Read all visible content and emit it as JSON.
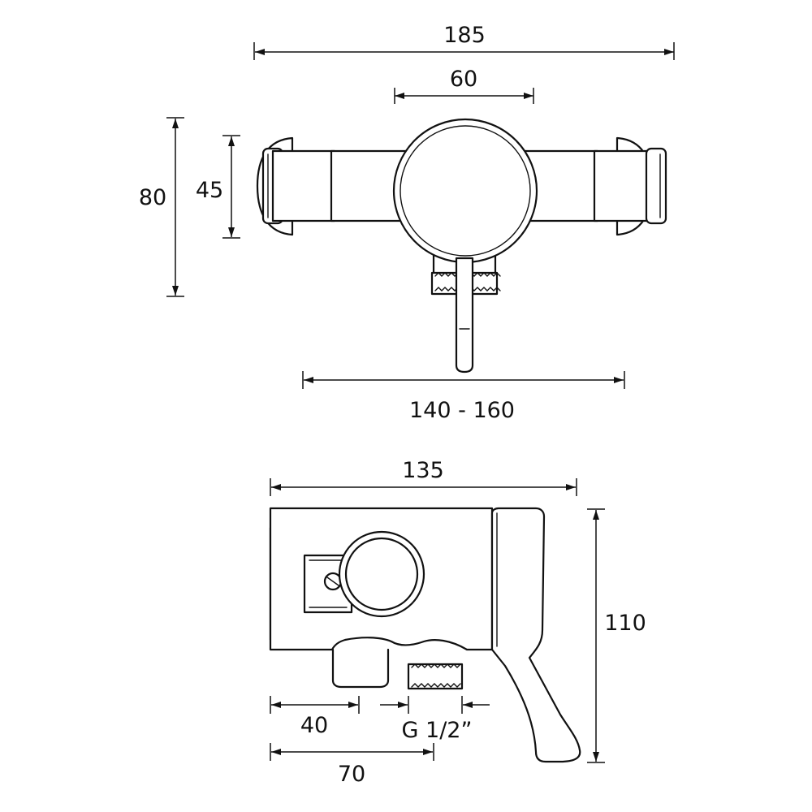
{
  "front_view": {
    "dimensions": {
      "overall_width": "185",
      "body_diameter": "60",
      "overall_height": "80",
      "bar_height": "45",
      "centres": "140 - 160"
    }
  },
  "side_view": {
    "dimensions": {
      "depth": "135",
      "height": "110",
      "outlet_offset": "40",
      "outlet_thread": "G 1/2”",
      "lever_offset": "70"
    }
  },
  "colors": {
    "line": "#111111",
    "background": "#ffffff"
  }
}
